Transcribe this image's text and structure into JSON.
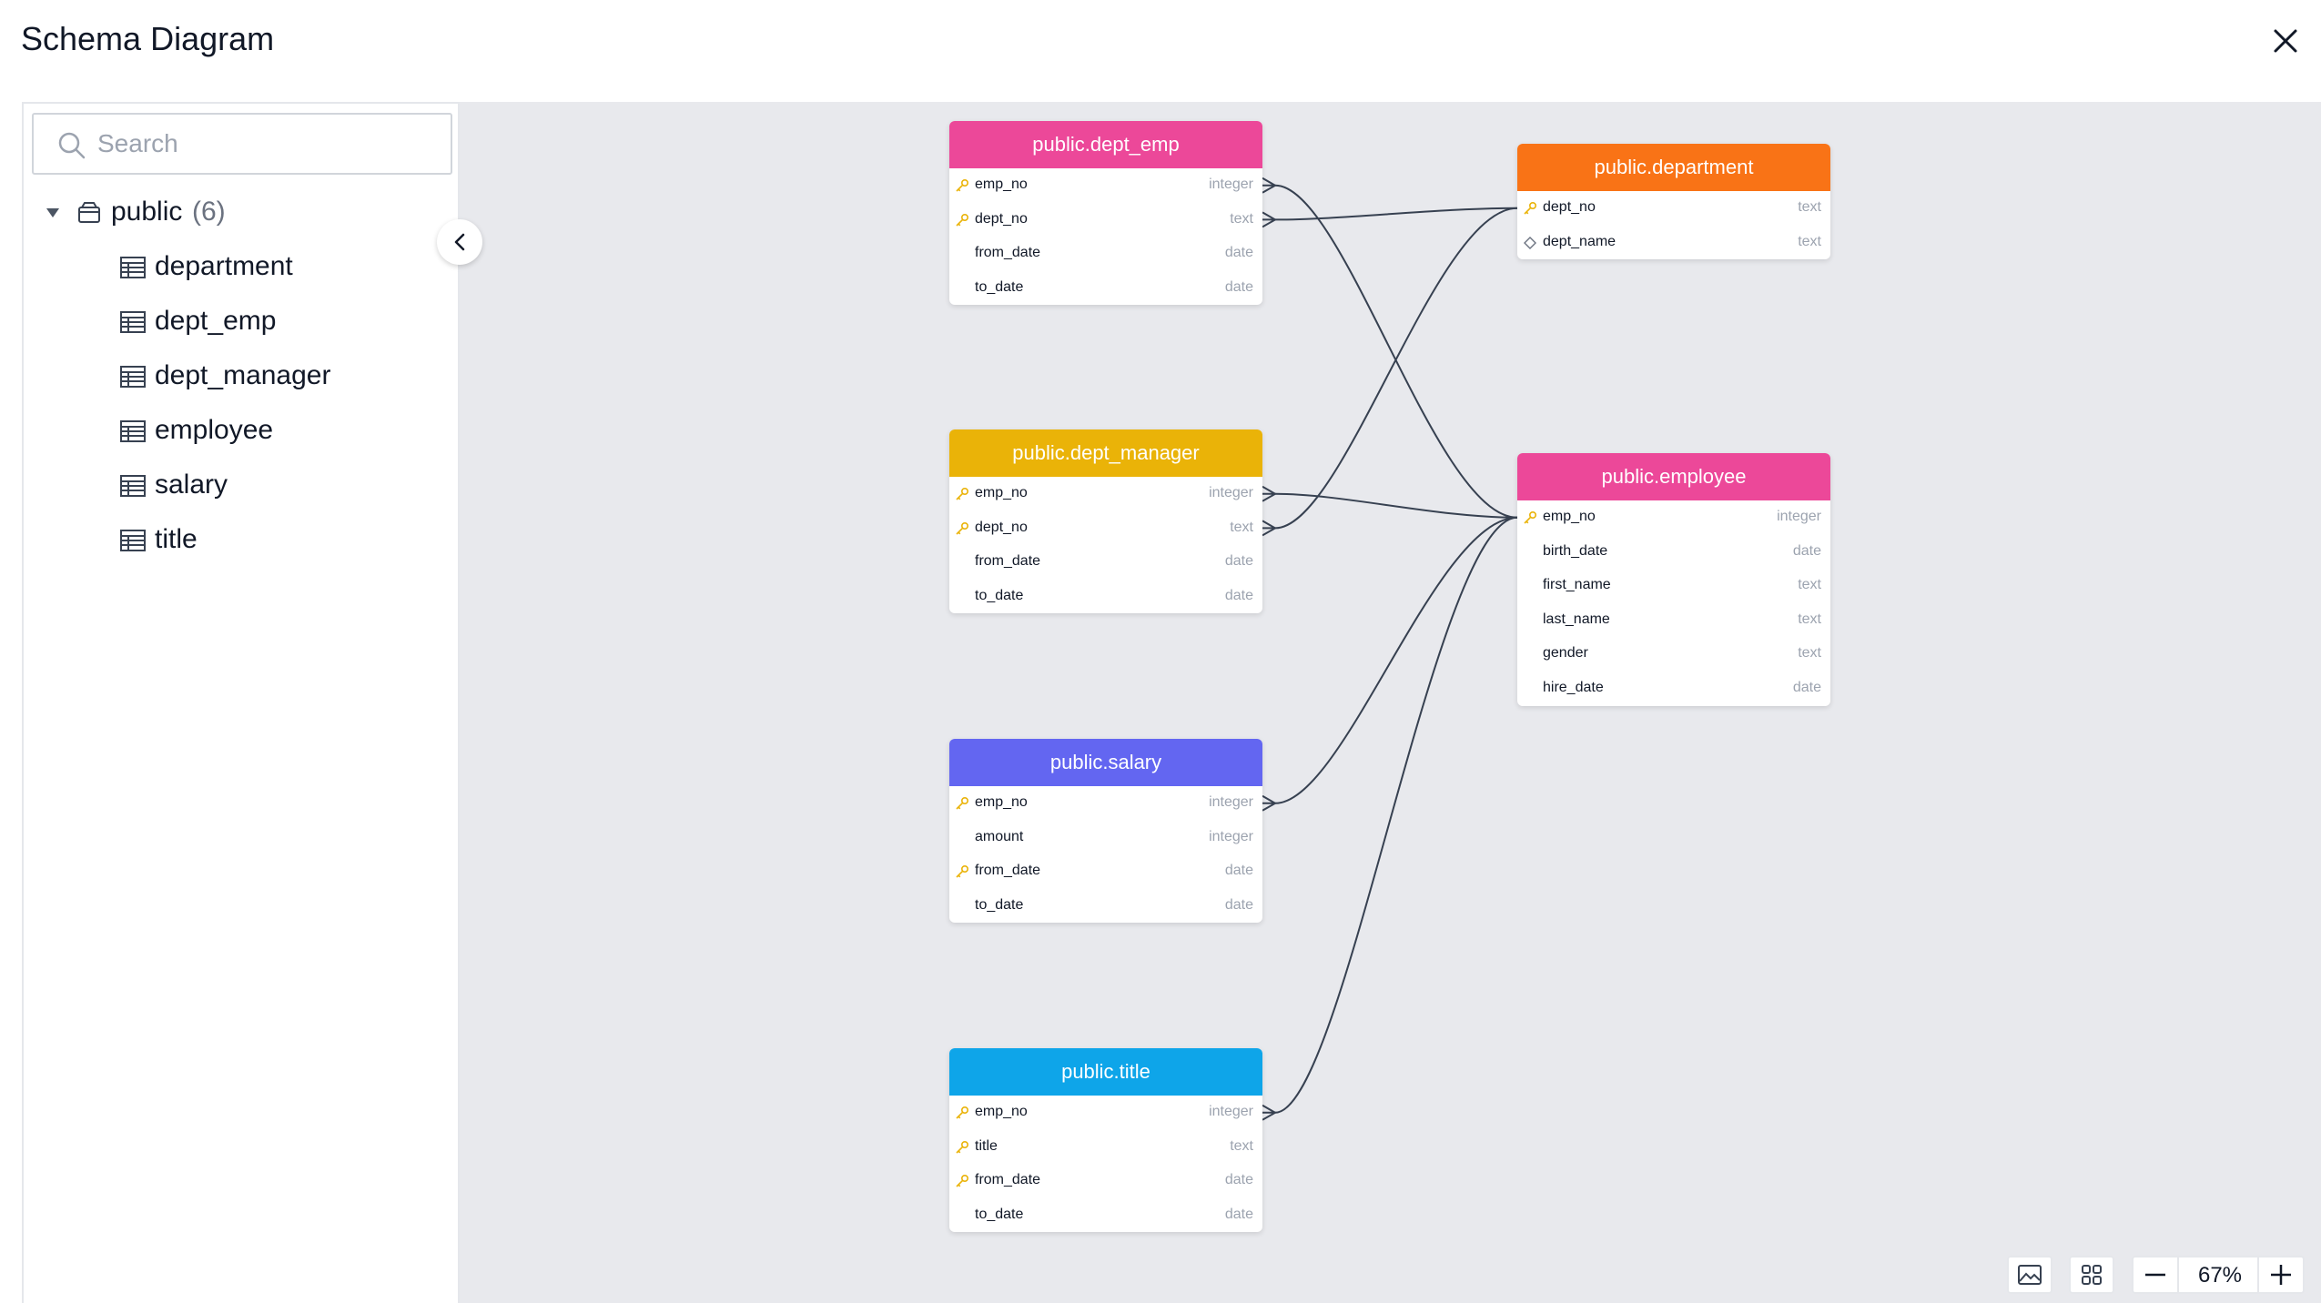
{
  "window": {
    "title": "Schema Diagram"
  },
  "search": {
    "placeholder": "Search",
    "value": ""
  },
  "tree": {
    "schema": {
      "label": "public",
      "count": "(6)"
    },
    "tables": [
      {
        "label": "department"
      },
      {
        "label": "dept_emp"
      },
      {
        "label": "dept_manager"
      },
      {
        "label": "employee"
      },
      {
        "label": "salary"
      },
      {
        "label": "title"
      }
    ]
  },
  "colors": {
    "dept_emp": "#ec4899",
    "department": "#f97316",
    "dept_manager": "#eab308",
    "employee": "#ec4899",
    "salary": "#6366f1",
    "title": "#0ea5e9",
    "key": "#eab308",
    "edge": "#374151"
  },
  "diagram": {
    "tables": [
      {
        "id": "dept_emp",
        "name": "public.dept_emp",
        "columns": [
          {
            "name": "emp_no",
            "type": "integer",
            "key": "pk"
          },
          {
            "name": "dept_no",
            "type": "text",
            "key": "pk"
          },
          {
            "name": "from_date",
            "type": "date",
            "key": ""
          },
          {
            "name": "to_date",
            "type": "date",
            "key": ""
          }
        ]
      },
      {
        "id": "department",
        "name": "public.department",
        "columns": [
          {
            "name": "dept_no",
            "type": "text",
            "key": "pk"
          },
          {
            "name": "dept_name",
            "type": "text",
            "key": "unique"
          }
        ]
      },
      {
        "id": "dept_manager",
        "name": "public.dept_manager",
        "columns": [
          {
            "name": "emp_no",
            "type": "integer",
            "key": "pk"
          },
          {
            "name": "dept_no",
            "type": "text",
            "key": "pk"
          },
          {
            "name": "from_date",
            "type": "date",
            "key": ""
          },
          {
            "name": "to_date",
            "type": "date",
            "key": ""
          }
        ]
      },
      {
        "id": "employee",
        "name": "public.employee",
        "columns": [
          {
            "name": "emp_no",
            "type": "integer",
            "key": "pk"
          },
          {
            "name": "birth_date",
            "type": "date",
            "key": ""
          },
          {
            "name": "first_name",
            "type": "text",
            "key": ""
          },
          {
            "name": "last_name",
            "type": "text",
            "key": ""
          },
          {
            "name": "gender",
            "type": "text",
            "key": ""
          },
          {
            "name": "hire_date",
            "type": "date",
            "key": ""
          }
        ]
      },
      {
        "id": "salary",
        "name": "public.salary",
        "columns": [
          {
            "name": "emp_no",
            "type": "integer",
            "key": "pk"
          },
          {
            "name": "amount",
            "type": "integer",
            "key": ""
          },
          {
            "name": "from_date",
            "type": "date",
            "key": "pk"
          },
          {
            "name": "to_date",
            "type": "date",
            "key": ""
          }
        ]
      },
      {
        "id": "title",
        "name": "public.title",
        "columns": [
          {
            "name": "emp_no",
            "type": "integer",
            "key": "pk"
          },
          {
            "name": "title",
            "type": "text",
            "key": "pk"
          },
          {
            "name": "from_date",
            "type": "date",
            "key": "pk"
          },
          {
            "name": "to_date",
            "type": "date",
            "key": ""
          }
        ]
      }
    ],
    "relations": [
      {
        "from": "dept_emp",
        "from_col": "emp_no",
        "to": "employee",
        "to_col": "emp_no"
      },
      {
        "from": "dept_emp",
        "from_col": "dept_no",
        "to": "department",
        "to_col": "dept_no"
      },
      {
        "from": "dept_manager",
        "from_col": "emp_no",
        "to": "employee",
        "to_col": "emp_no"
      },
      {
        "from": "dept_manager",
        "from_col": "dept_no",
        "to": "department",
        "to_col": "dept_no"
      },
      {
        "from": "salary",
        "from_col": "emp_no",
        "to": "employee",
        "to_col": "emp_no"
      },
      {
        "from": "title",
        "from_col": "emp_no",
        "to": "employee",
        "to_col": "emp_no"
      }
    ]
  },
  "toolbar": {
    "zoom": "67%"
  }
}
